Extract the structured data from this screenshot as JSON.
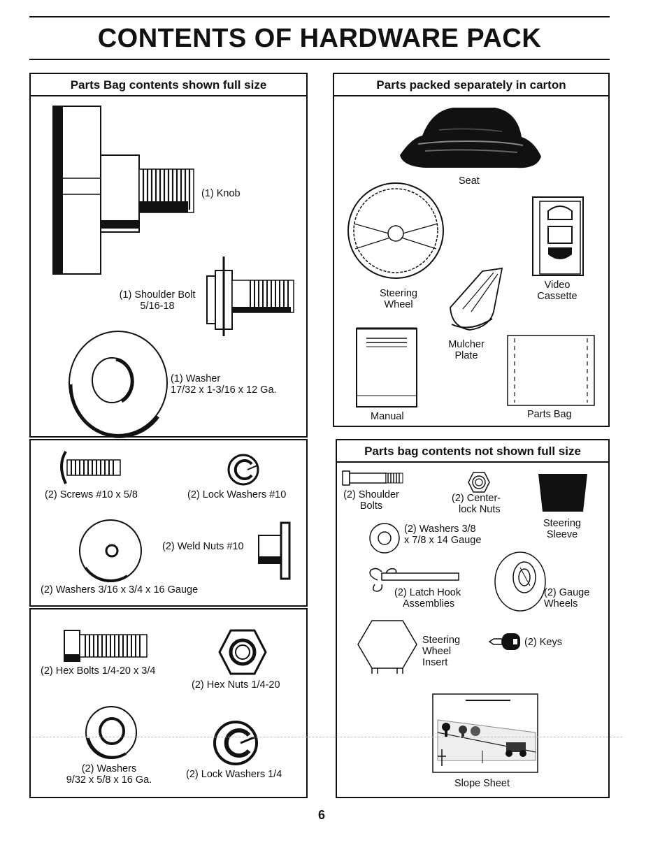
{
  "title": "CONTENTS OF HARDWARE PACK",
  "page_number": "6",
  "panel_full_size": {
    "heading": "Parts Bag contents shown full size",
    "knob": "(1) Knob",
    "shoulder_bolt": [
      "(1) Shoulder Bolt",
      "5/16-18"
    ],
    "washer": [
      "(1) Washer",
      "17/32 x 1-3/16 x 12 Ga."
    ]
  },
  "panel_small_1": {
    "screws": "(2) Screws  #10 x 5/8",
    "lock_washers": "(2) Lock Washers  #10",
    "weld_nuts": "(2) Weld Nuts  #10",
    "washers": "(2) Washers  3/16 x 3/4 x 16 Gauge"
  },
  "panel_small_2": {
    "hex_bolts": "(2) Hex Bolts  1/4-20 x 3/4",
    "hex_nuts": "(2) Hex Nuts  1/4-20",
    "washers": [
      "(2) Washers",
      "9/32  x 5/8 x 16 Ga."
    ],
    "lock_washers": "(2) Lock Washers  1/4"
  },
  "panel_carton": {
    "heading": "Parts packed separately in carton",
    "seat": "Seat",
    "steering_wheel": [
      "Steering",
      "Wheel"
    ],
    "video_cassette": [
      "Video",
      "Cassette"
    ],
    "mulcher_plate": [
      "Mulcher",
      "Plate"
    ],
    "manual": "Manual",
    "parts_bag": "Parts Bag"
  },
  "panel_not_full": {
    "heading": "Parts bag contents not shown full size",
    "shoulder_bolts": [
      "(2) Shoulder",
      "Bolts"
    ],
    "centerlock_nuts": [
      "(2) Center-",
      "lock Nuts"
    ],
    "steering_sleeve": [
      "Steering",
      "Sleeve"
    ],
    "washers": [
      "(2) Washers  3/8",
      "x 7/8 x 14 Gauge"
    ],
    "latch_hook": [
      "(2) Latch Hook",
      "Assemblies"
    ],
    "gauge_wheels": [
      "(2) Gauge",
      "Wheels"
    ],
    "steering_insert": [
      "Steering",
      "Wheel",
      "Insert"
    ],
    "keys": "(2) Keys",
    "slope_sheet": "Slope Sheet"
  }
}
